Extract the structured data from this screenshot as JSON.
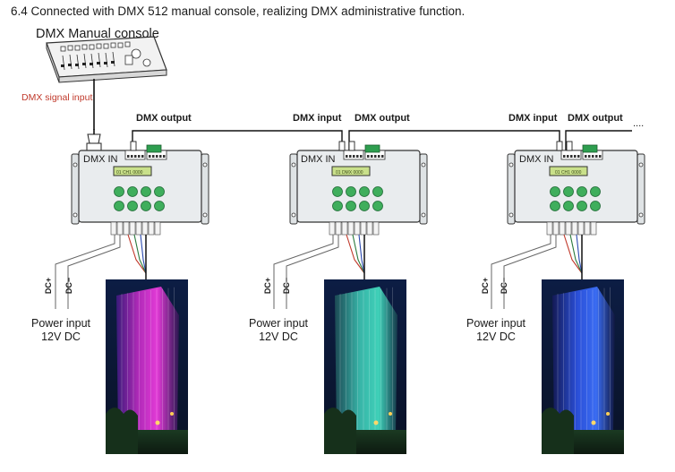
{
  "title": "6.4 Connected with DMX 512 manual console, realizing DMX administrative function.",
  "console": {
    "label": "DMX Manual console"
  },
  "signal_label": "DMX signal input",
  "controllers": [
    {
      "in_tag": "DMX IN",
      "lcd": "01 CH1 0000",
      "output_label": "DMX output",
      "input_label": "",
      "photo_hue": "magenta"
    },
    {
      "in_tag": "DMX IN",
      "lcd": "01 DMX 0000",
      "output_label": "DMX output",
      "input_label": "DMX input",
      "photo_hue": "teal"
    },
    {
      "in_tag": "DMX IN",
      "lcd": "01 CH1 0000",
      "output_label": "DMX output",
      "input_label": "DMX input",
      "photo_hue": "blue"
    }
  ],
  "continuation": "....",
  "power": {
    "line1": "Power  input",
    "line2": "12V DC",
    "dc_plus": "DC+",
    "dc_minus": "DC−"
  },
  "colors": {
    "wire": "#111111",
    "signal_text": "#c0392b",
    "controller_body": "#e9ecee",
    "terminal_green": "#2e9e4f",
    "button_green": "#3fae5c",
    "lcd": "#c9e08a"
  }
}
